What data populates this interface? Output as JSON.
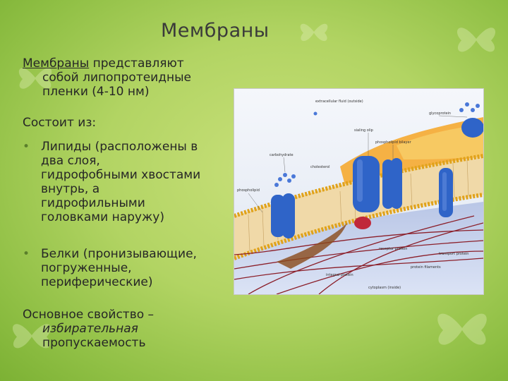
{
  "slide": {
    "title": "Мембраны",
    "p1_underlined": "Мембраны",
    "p1_rest": " представляют",
    "p1_line2": "собой липопротеидные",
    "p1_line3": "пленки (4-10 нм)",
    "p2": "Состоит из:",
    "bullets": [
      {
        "marker": "•",
        "lines": [
          "Липиды (расположены в",
          "два слоя,",
          "гидрофобными хвостами",
          "внутрь, а",
          "гидрофильными",
          "головками наружу)"
        ]
      },
      {
        "marker": "•",
        "lines": [
          "Белки (пронизывающие,",
          "погруженные,",
          "периферические)"
        ]
      }
    ],
    "p3_line1": "Основное свойство –",
    "p3_italic": "избирательная",
    "p3_line3": "пропускаемость"
  },
  "figure": {
    "labels": {
      "extracellular_fluid": "extracellular fluid (outside)",
      "glycoprotein": "glycoprotein",
      "sialingolipid": "sialing olip",
      "phospholipid_bilayer": "phospholipid bilayer",
      "carbohydrate": "carbohydrate",
      "cholesterol": "cholesterol",
      "phospholipid": "phospholipid",
      "integral_protein": "integral protein",
      "receptor_protein": "receptor protein",
      "transport_protein": "transport protein",
      "protein_filaments": "protein filaments",
      "cytoplasm": "cytoplasm (inside)"
    },
    "colors": {
      "protein": "#2f64c8",
      "lipid_head": "#e0a21a",
      "filament": "#8b1f2a",
      "membrane_fill": "#f3b34a"
    }
  }
}
